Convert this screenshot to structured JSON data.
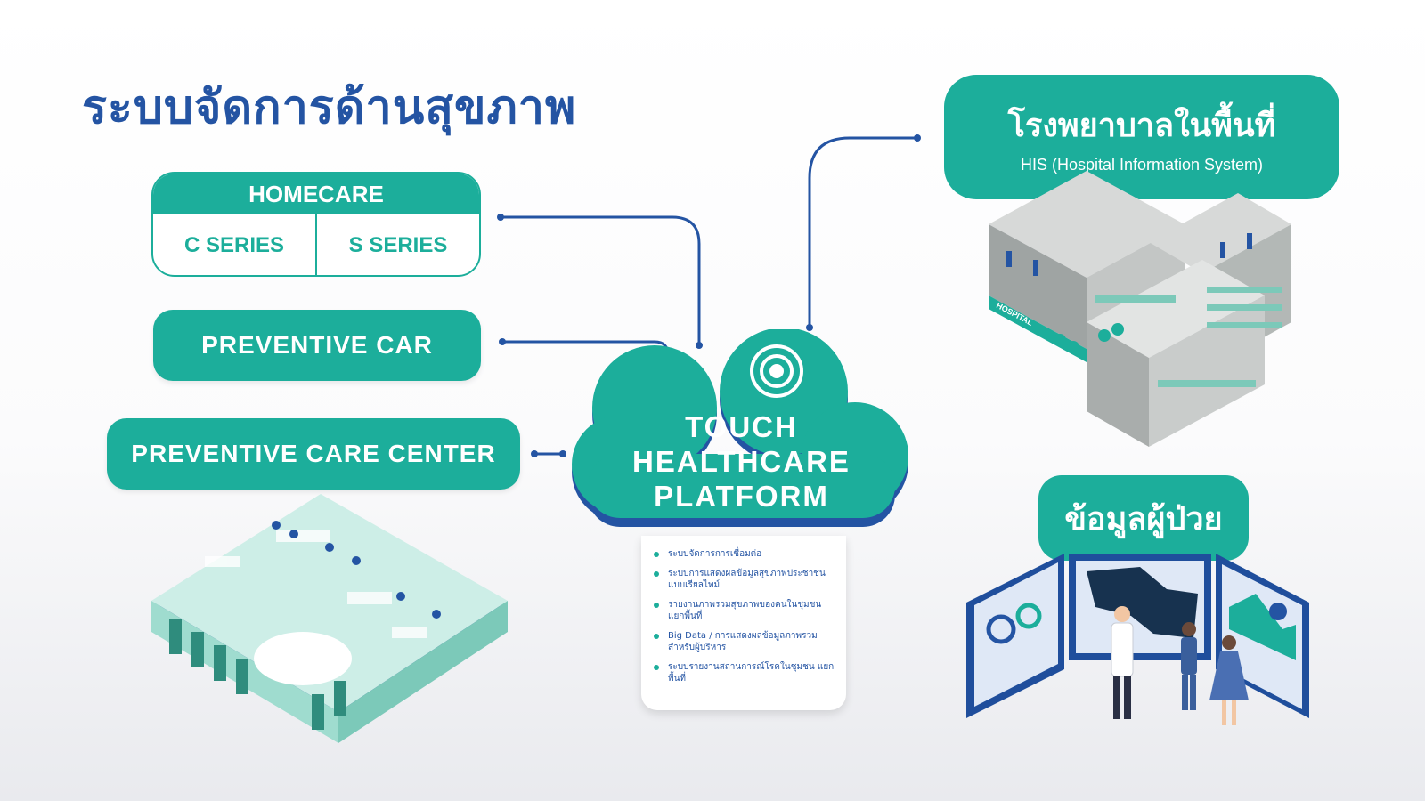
{
  "title": "ระบบจัดการด้านสุขภาพ",
  "homecare": {
    "header": "HOMECARE",
    "series": [
      "C SERIES",
      "S SERIES"
    ]
  },
  "preventive_car": "PREVENTIVE CAR",
  "preventive_care_center": "PREVENTIVE CARE CENTER",
  "platform": {
    "line1": "TOUCH",
    "line2": "HEALTHCARE",
    "line3": "PLATFORM",
    "features": [
      "ระบบจัดการการเชื่อมต่อ",
      "ระบบการแสดงผลข้อมูลสุขภาพประชาชน แบบเรียลไทม์",
      "รายงานภาพรวมสุขภาพของคนในชุมชน แยกพื้นที่",
      "Big Data / การแสดงผลข้อมูลภาพรวม สำหรับผู้บริหาร",
      "ระบบรายงานสถานการณ์โรคในชุมชน แยกพื้นที่"
    ]
  },
  "hospital": {
    "title": "โรงพยาบาลในพื้นที่",
    "subtitle": "HIS (Hospital Information System)",
    "sign": "HOSPITAL"
  },
  "patient_data": "ข้อมูลผู้ป่วย",
  "colors": {
    "teal": "#1cae9b",
    "blue": "#2454a3",
    "navy": "#1f4e9c"
  }
}
